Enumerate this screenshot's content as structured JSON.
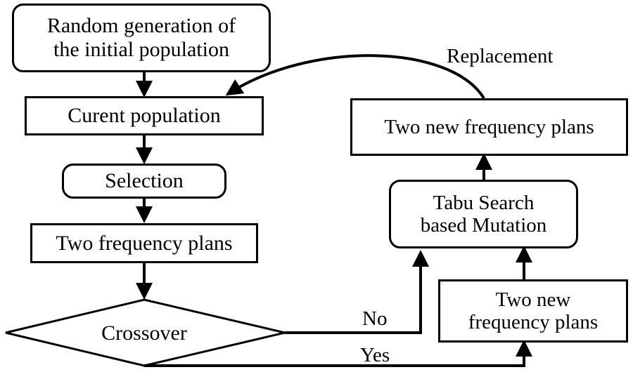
{
  "nodes": {
    "start": {
      "line1": "Random generation of",
      "line2": "the initial population"
    },
    "current_population": "Curent population",
    "selection": "Selection",
    "two_frequency_plans": "Two frequency plans",
    "crossover": "Crossover",
    "two_new_frequency_plans_lower": {
      "line1": "Two new",
      "line2": "frequency plans"
    },
    "tabu_mutation": {
      "line1": "Tabu Search",
      "line2": "based Mutation"
    },
    "two_new_frequency_plans_upper": "Two new frequency plans"
  },
  "edge_labels": {
    "replacement": "Replacement",
    "no": "No",
    "yes": "Yes"
  }
}
